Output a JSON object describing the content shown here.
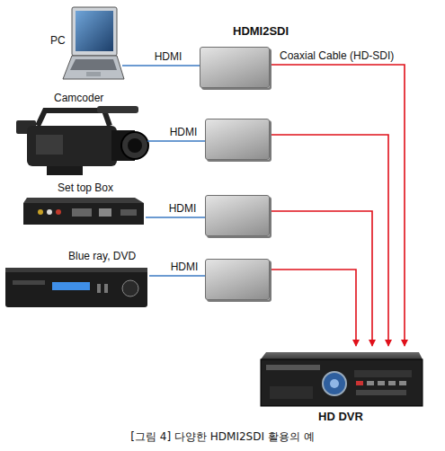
{
  "diagram": {
    "caption": "[그림 4] 다양한 HDMI2SDI 활용의 예",
    "nodes": [
      {
        "text": [
          "PC"
        ]
      },
      {
        "text": [
          "HDMI2SDI"
        ]
      },
      {
        "text": [
          "Camcoder"
        ]
      },
      {
        "text": []
      },
      {
        "text": [
          "Set top Box"
        ]
      },
      {
        "text": []
      },
      {
        "text": [
          "Blue ray, DVD"
        ]
      },
      {
        "text": []
      },
      {
        "text": [
          "HD DVR"
        ]
      }
    ],
    "edges": [
      {
        "from": 0,
        "to": 1,
        "label": "HDMI",
        "arrow": "none"
      },
      {
        "from": 1,
        "to": 8,
        "label": "Coaxial Cable (HD-SDI)",
        "arrow": "to"
      },
      {
        "from": 2,
        "to": 3,
        "label": "HDMI",
        "arrow": "none"
      },
      {
        "from": 3,
        "to": 8,
        "arrow": "to"
      },
      {
        "from": 4,
        "to": 5,
        "label": "HDMI",
        "arrow": "none"
      },
      {
        "from": 5,
        "to": 8,
        "arrow": "to"
      },
      {
        "from": 6,
        "to": 7,
        "label": "HDMI",
        "arrow": "none"
      },
      {
        "from": 7,
        "to": 8,
        "arrow": "to"
      }
    ]
  }
}
